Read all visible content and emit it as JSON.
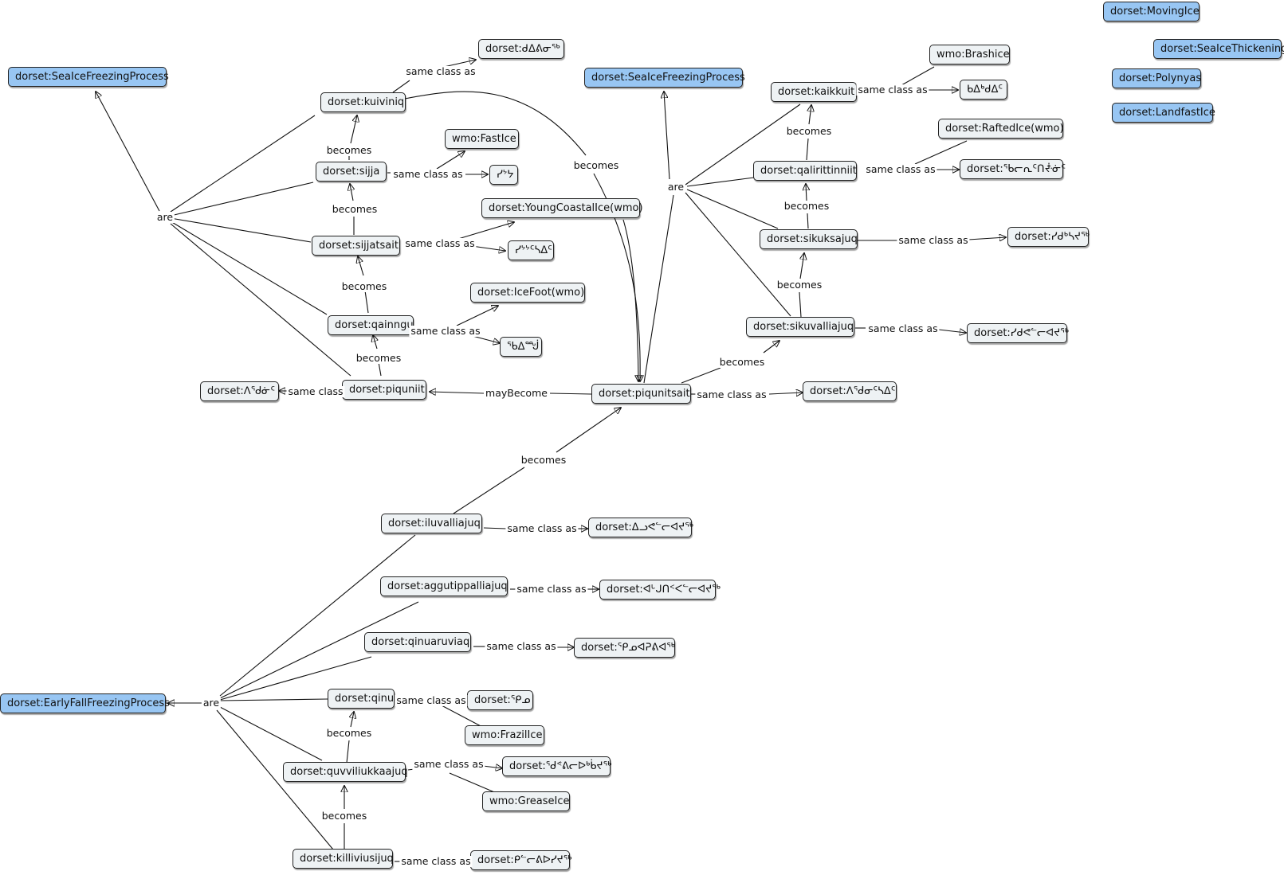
{
  "concepts": {
    "sifp_left": "dorset:SeaIceFreezingProcess",
    "sifp_mid": "dorset:SeaIceFreezingProcess",
    "moving_ice": "dorset:MovingIce",
    "sea_ice_thickening": "dorset:SeaIceThickening",
    "polynyas": "dorset:Polynyas",
    "landfast_ice": "dorset:LandfastIce",
    "early_fall": "dorset:EarlyFallFreezingProcess",
    "kuiviniq": "dorset:kuiviniq",
    "kuiviniq_syl": "dorset:ᑯᐃᕕᓂᖅ",
    "sijja": "dorset:sijja",
    "sijja_syl": "ᓯᔾᔭ",
    "fast_ice": "wmo:FastIce",
    "sijjatsait": "dorset:sijjatsait",
    "sijjatsait_syl": "ᓯᔾᔾᑦᓴᐃᑦ",
    "young_coastal": "dorset:YoungCoastalIce(wmo)",
    "qainngu": "dorset:qainngu",
    "qainngu_syl": "ᖃᐃᙴ",
    "ice_foot": "dorset:IceFoot(wmo)",
    "piquniit": "dorset:piquniit",
    "piquniit_syl": "dorset:ᐱᖁᓃᑦ",
    "piqunitsait": "dorset:piqunitsait",
    "piqunitsait_syl": "dorset:ᐱᖁᓂᑦᓴᐃᑦ",
    "kaikkuit": "dorset:kaikkuit",
    "kaikkuit_syl": "ᑲᐃᒃᑯᐃᑦ",
    "brashice": "wmo:Brashice",
    "qalirittinniit": "dorset:qalirittinniit",
    "qalirittinniit_syl": "dorset:ᖃᓕᕆᑦᑎᙻᓃᑦ",
    "rafted_ice": "dorset:RaftedIce(wmo)",
    "sikuksajuq": "dorset:sikuksajuq",
    "sikuksajuq_syl": "dorset:ᓯᑯᒃᓴᔪᖅ",
    "sikuvalliajuq": "dorset:sikuvalliajuq",
    "sikuvalliajuq_syl": "dorset:ᓯᑯᕙᓪᓕᐊᔪᖅ",
    "iluvalliajuq": "dorset:iluvalliajuq",
    "iluvalliajuq_syl": "dorset:ᐃᓗᕙᓪᓕᐊᔪᖅ",
    "aggutippalliajuq": "dorset:aggutippalliajuq",
    "aggutippalliajuq_syl": "dorset:ᐊᒡᒍᑎᑉᐸᓪᓕᐊᔪᖅ",
    "qinuaruviaq": "dorset:qinuaruviaq",
    "qinuaruviaq_syl": "dorset:ᕿᓄᐊᕈᕕᐊᖅ",
    "qinu": "dorset:qinu",
    "qinu_syl": "dorset:ᕿᓄ",
    "frazil": "wmo:FrazilIce",
    "quvviliukkaajuq": "dorset:quvviliukkaajuq",
    "quvviliukkaajuq_syl": "dorset:ᖁᕝᕕᓕᐅᒃᑳᔪᖅ",
    "grease": "wmo:GreaseIce",
    "killiviusijuq": "dorset:killiviusijuq",
    "killiviusijuq_syl": "dorset:ᑭᓪᓕᕕᐅᓯᔪᖅ"
  },
  "links": {
    "are_left": "are",
    "are_mid": "are",
    "are_bottom": "are",
    "becomes": "becomes",
    "same_class_as": "same class as",
    "same_class": "same class",
    "may_become": "mayBecome"
  },
  "colors": {
    "concept_fill": "#eef2f4",
    "class_fill": "#98c6f3",
    "border": "#222222"
  }
}
